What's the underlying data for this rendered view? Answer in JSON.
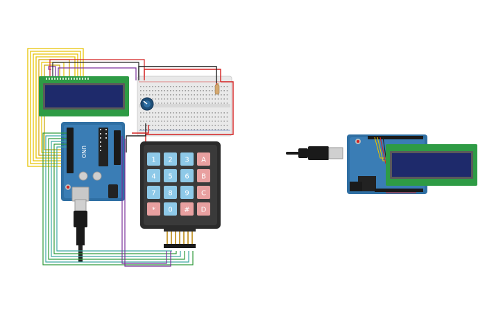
{
  "canvas": {
    "background": "#ffffff"
  },
  "colors": {
    "arduino_board": "#2f6fa3",
    "arduino_dark": "#1f4f78",
    "lcd_pcb": "#2e9b45",
    "lcd_screen": "#1e2a6b",
    "breadboard": "#e9e9e9",
    "keypad_body": "#2b2b2b",
    "key_blue": "#8ec9e8",
    "key_red": "#e8a0a0",
    "wire_yellow": "#e6c200",
    "wire_red": "#d42020",
    "wire_black": "#222222",
    "wire_purple": "#7a2f9a",
    "wire_green": "#2f9a3a",
    "wire_teal": "#3aa8a0"
  },
  "components": {
    "arduino_left": {
      "label": "UNO"
    },
    "keypad": {
      "keys": [
        [
          "1",
          "2",
          "3",
          "A"
        ],
        [
          "4",
          "5",
          "6",
          "B"
        ],
        [
          "7",
          "8",
          "9",
          "C"
        ],
        [
          "*",
          "0",
          "#",
          "D"
        ]
      ],
      "key_styles": [
        [
          "blue",
          "blue",
          "blue",
          "red"
        ],
        [
          "blue",
          "blue",
          "blue",
          "red"
        ],
        [
          "blue",
          "blue",
          "blue",
          "red"
        ],
        [
          "red",
          "blue",
          "red",
          "red"
        ]
      ]
    },
    "potentiometer": {
      "icon": "potentiometer-icon"
    },
    "usb_cable_left": {
      "icon": "usb-cable-icon"
    },
    "usb_cable_right": {
      "icon": "usb-cable-icon"
    }
  }
}
